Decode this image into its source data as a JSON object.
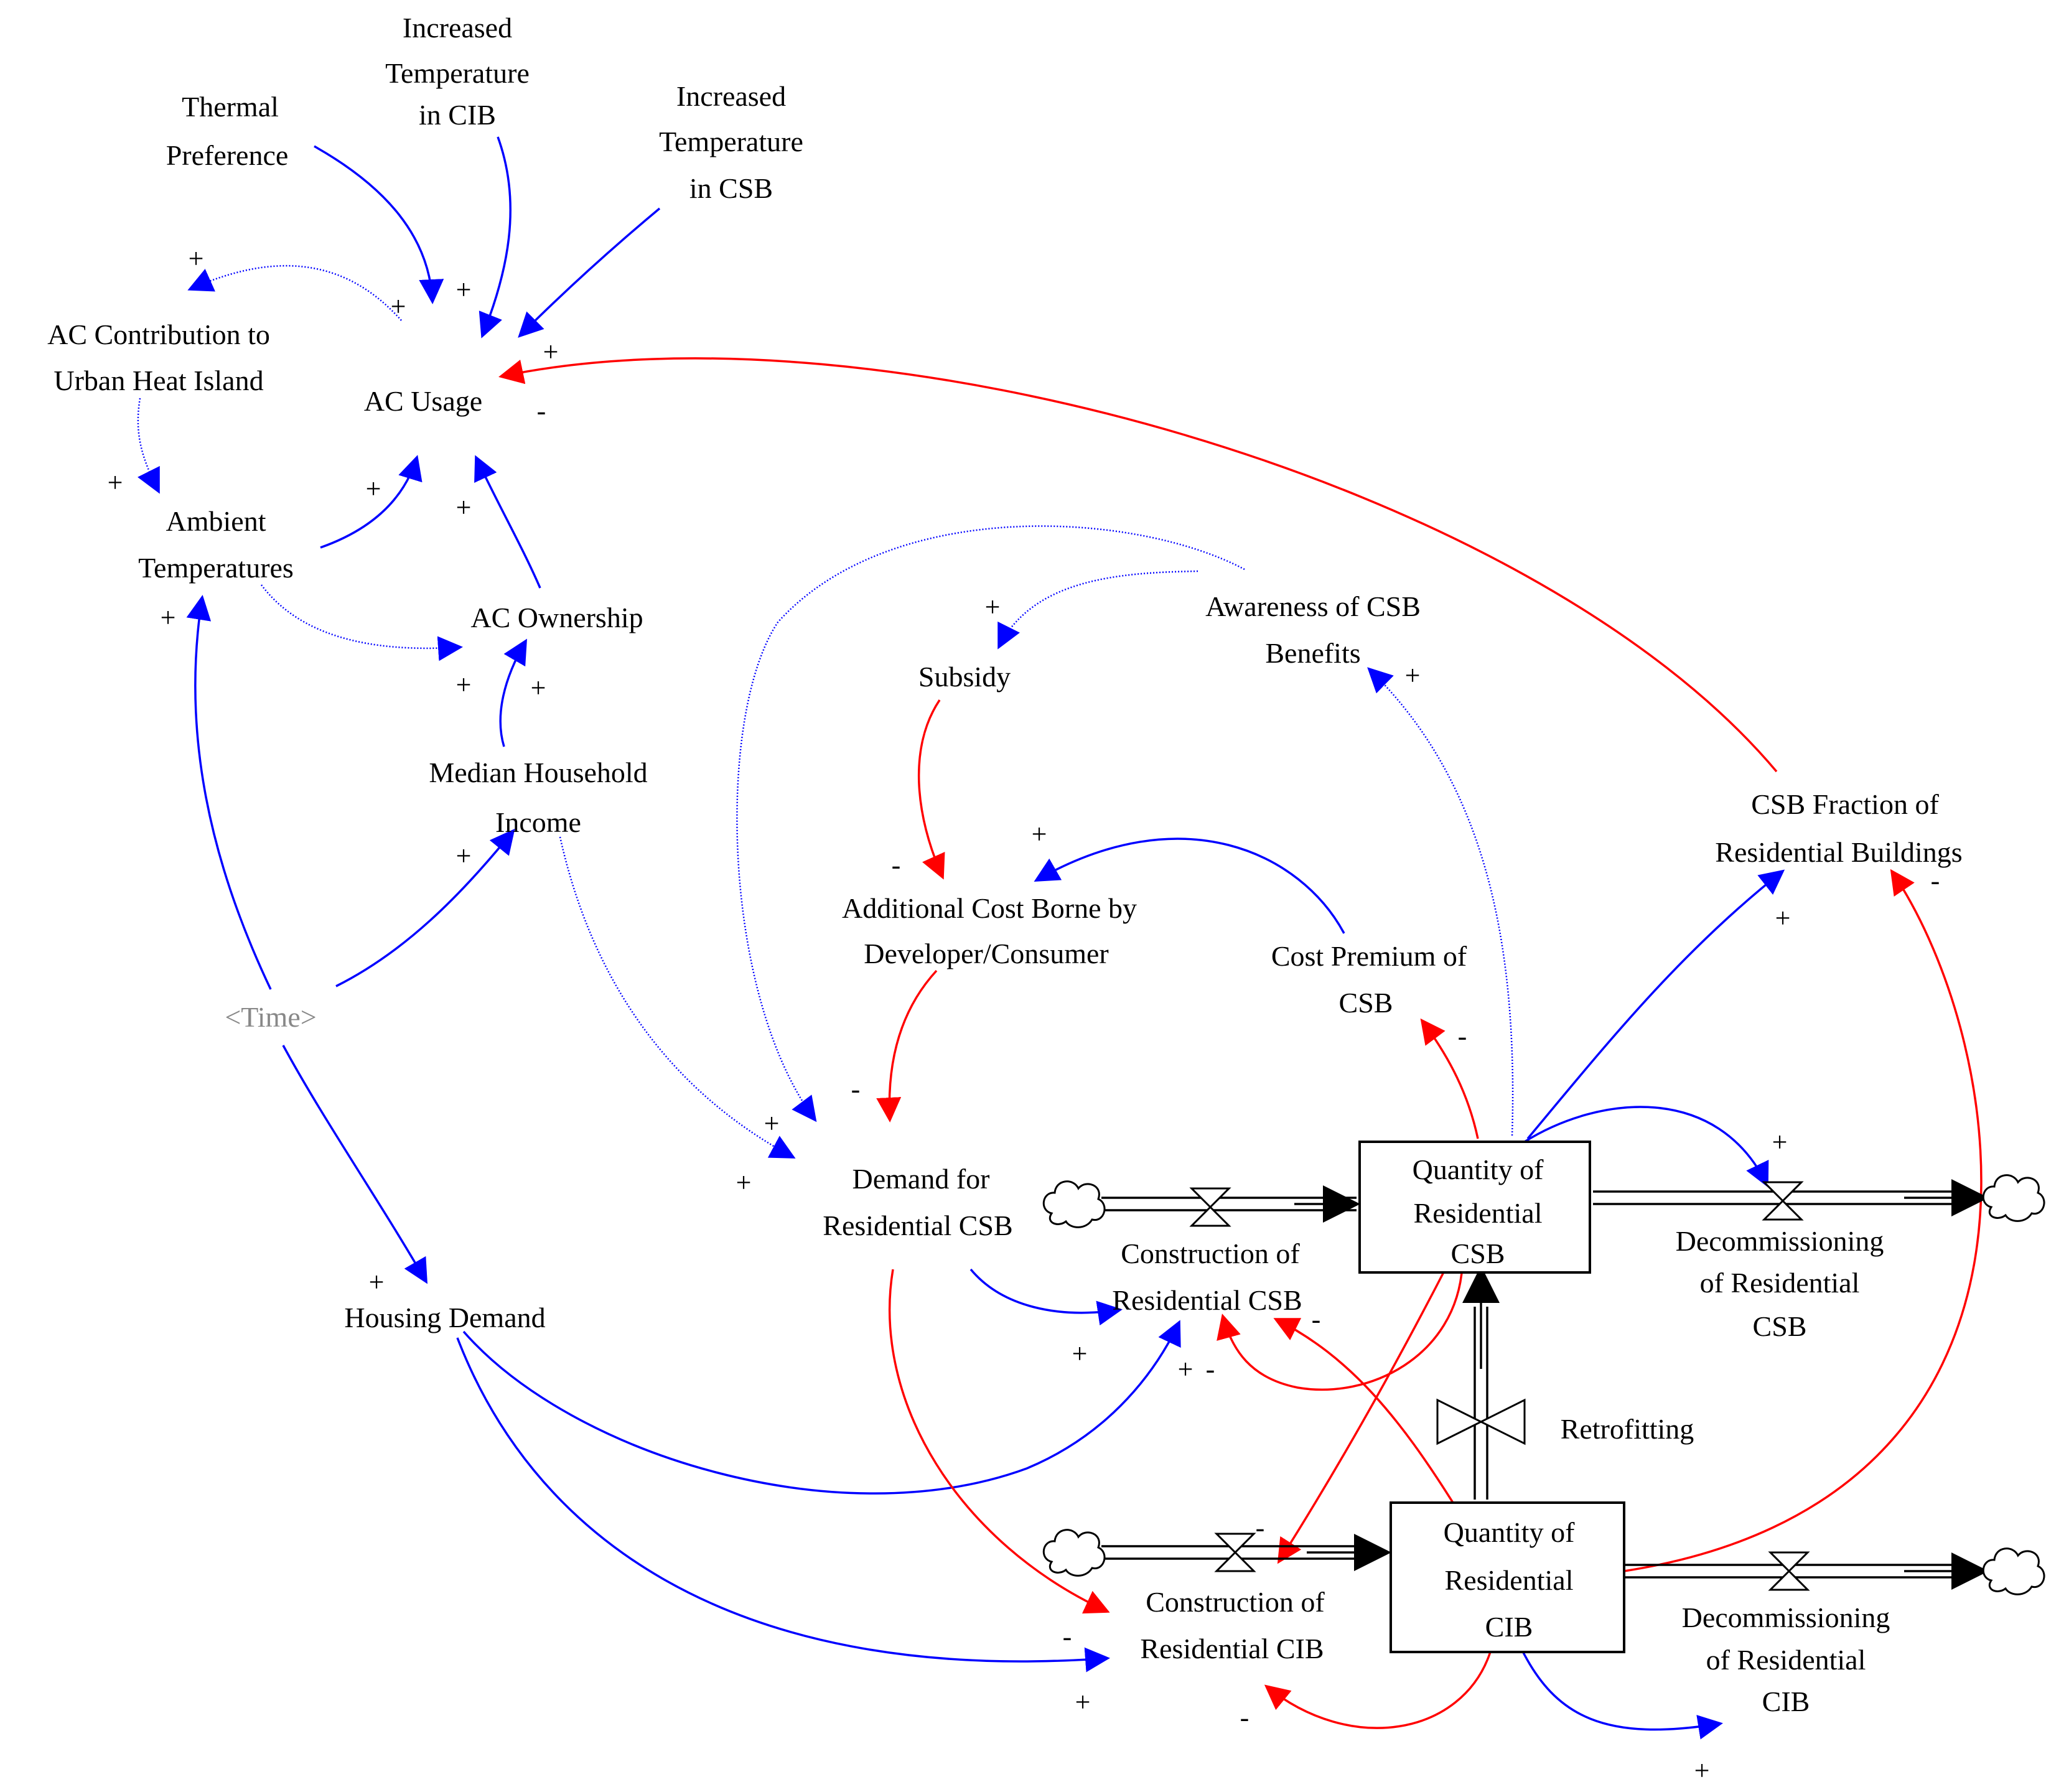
{
  "variables": {
    "thermal_preference": [
      "Thermal",
      "Preference"
    ],
    "increased_temp_cib": [
      "Increased",
      "Temperature",
      "in CIB"
    ],
    "increased_temp_csb": [
      "Increased",
      "Temperature",
      "in CSB"
    ],
    "ac_contribution_uhi": [
      "AC Contribution to",
      "Urban Heat Island"
    ],
    "ac_usage": [
      "AC Usage"
    ],
    "ambient_temperatures": [
      "Ambient",
      "Temperatures"
    ],
    "ac_ownership": [
      "AC Ownership"
    ],
    "median_household_income": [
      "Median Household",
      "Income"
    ],
    "time": [
      "<Time>"
    ],
    "housing_demand": [
      "Housing Demand"
    ],
    "awareness_csb_benefits": [
      "Awareness of CSB",
      "Benefits"
    ],
    "subsidy": [
      "Subsidy"
    ],
    "additional_cost": [
      "Additional Cost Borne by",
      "Developer/Consumer"
    ],
    "cost_premium_csb": [
      "Cost Premium of",
      "CSB"
    ],
    "csb_fraction": [
      "CSB Fraction of",
      "Residential Buildings"
    ],
    "demand_residential_csb": [
      "Demand for",
      "Residential CSB"
    ],
    "construction_residential_csb": [
      "Construction of",
      "Residential CSB"
    ],
    "quantity_residential_csb": [
      "Quantity of",
      "Residential",
      "CSB"
    ],
    "decommissioning_residential_csb": [
      "Decommissioning",
      "of Residential",
      "CSB"
    ],
    "retrofitting": [
      "Retrofitting"
    ],
    "construction_residential_cib": [
      "Construction of",
      "Residential CIB"
    ],
    "quantity_residential_cib": [
      "Quantity of",
      "Residential",
      "CIB"
    ],
    "decommissioning_residential_cib": [
      "Decommissioning",
      "of Residential",
      "CIB"
    ]
  },
  "links": [
    {
      "from": "thermal_preference",
      "to": "ac_usage",
      "polarity": "+",
      "color": "blue"
    },
    {
      "from": "increased_temp_cib",
      "to": "ac_usage",
      "polarity": "+",
      "color": "blue"
    },
    {
      "from": "increased_temp_csb",
      "to": "ac_usage",
      "polarity": "+",
      "color": "blue"
    },
    {
      "from": "ac_usage",
      "to": "ac_contribution_uhi",
      "polarity": "+",
      "color": "blue"
    },
    {
      "from": "ac_contribution_uhi",
      "to": "ambient_temperatures",
      "polarity": "+",
      "color": "blue"
    },
    {
      "from": "ambient_temperatures",
      "to": "ac_usage",
      "polarity": "+",
      "color": "blue"
    },
    {
      "from": "ac_ownership",
      "to": "ac_usage",
      "polarity": "+",
      "color": "blue"
    },
    {
      "from": "ambient_temperatures",
      "to": "ac_ownership",
      "polarity": "+",
      "color": "blue"
    },
    {
      "from": "median_household_income",
      "to": "ac_ownership",
      "polarity": "+",
      "color": "blue"
    },
    {
      "from": "time",
      "to": "median_household_income",
      "polarity": "+",
      "color": "blue"
    },
    {
      "from": "time",
      "to": "ambient_temperatures",
      "polarity": "+",
      "color": "blue"
    },
    {
      "from": "time",
      "to": "housing_demand",
      "polarity": "+",
      "color": "blue"
    },
    {
      "from": "median_household_income",
      "to": "demand_residential_csb",
      "polarity": "+",
      "color": "blue"
    },
    {
      "from": "awareness_csb_benefits",
      "to": "demand_residential_csb",
      "polarity": "+",
      "color": "blue"
    },
    {
      "from": "awareness_csb_benefits",
      "to": "subsidy",
      "polarity": "+",
      "color": "blue"
    },
    {
      "from": "subsidy",
      "to": "additional_cost",
      "polarity": "-",
      "color": "red"
    },
    {
      "from": "cost_premium_csb",
      "to": "additional_cost",
      "polarity": "+",
      "color": "blue"
    },
    {
      "from": "additional_cost",
      "to": "demand_residential_csb",
      "polarity": "-",
      "color": "red"
    },
    {
      "from": "quantity_residential_csb",
      "to": "awareness_csb_benefits",
      "polarity": "+",
      "color": "blue"
    },
    {
      "from": "quantity_residential_csb",
      "to": "cost_premium_csb",
      "polarity": "-",
      "color": "red"
    },
    {
      "from": "quantity_residential_csb",
      "to": "csb_fraction",
      "polarity": "+",
      "color": "blue"
    },
    {
      "from": "quantity_residential_cib",
      "to": "csb_fraction",
      "polarity": "-",
      "color": "red"
    },
    {
      "from": "csb_fraction",
      "to": "ac_usage",
      "polarity": "-",
      "color": "red"
    },
    {
      "from": "quantity_residential_csb",
      "to": "decommissioning_residential_csb",
      "polarity": "+",
      "color": "blue"
    },
    {
      "from": "demand_residential_csb",
      "to": "construction_residential_csb",
      "polarity": "+",
      "color": "blue"
    },
    {
      "from": "housing_demand",
      "to": "construction_residential_csb",
      "polarity": "+",
      "color": "blue"
    },
    {
      "from": "quantity_residential_csb",
      "to": "construction_residential_csb",
      "polarity": "-",
      "color": "red"
    },
    {
      "from": "quantity_residential_cib",
      "to": "construction_residential_csb",
      "polarity": "-",
      "color": "red"
    },
    {
      "from": "demand_residential_csb",
      "to": "construction_residential_cib",
      "polarity": "-",
      "color": "red"
    },
    {
      "from": "housing_demand",
      "to": "construction_residential_cib",
      "polarity": "+",
      "color": "blue"
    },
    {
      "from": "quantity_residential_csb",
      "to": "construction_residential_cib",
      "polarity": "-",
      "color": "red"
    },
    {
      "from": "quantity_residential_cib",
      "to": "construction_residential_cib",
      "polarity": "-",
      "color": "red"
    },
    {
      "from": "quantity_residential_cib",
      "to": "decommissioning_residential_cib",
      "polarity": "+",
      "color": "blue"
    }
  ],
  "colors": {
    "positive_link": "#0000ff",
    "negative_link": "#ff0000",
    "time_label": "#888888",
    "stock_border": "#000000"
  }
}
